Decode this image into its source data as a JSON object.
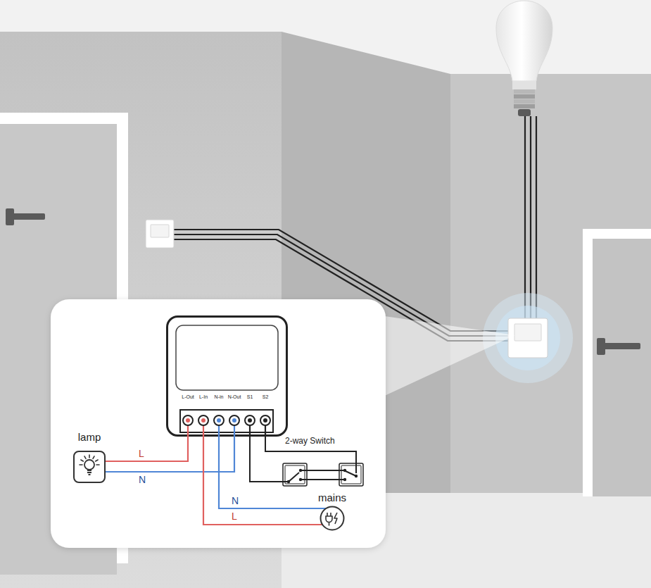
{
  "diagram": {
    "nodes": [
      {
        "text": [
          "L-Out",
          "L-In",
          "N-in",
          "N-Out",
          "S1",
          "S2"
        ]
      },
      {
        "text": [
          "lamp"
        ]
      },
      {
        "text": [
          "mains"
        ]
      }
    ],
    "edges": [
      {
        "from": 0,
        "to": 1,
        "arrow": "none",
        "label": "L"
      },
      {
        "from": 0,
        "to": 1,
        "arrow": "none",
        "label": "N"
      },
      {
        "from": 2,
        "to": 0,
        "arrow": "none",
        "label": "N"
      },
      {
        "from": 2,
        "to": 0,
        "arrow": "none",
        "label": "L"
      }
    ],
    "labels": [
      "2-way Switch"
    ]
  }
}
